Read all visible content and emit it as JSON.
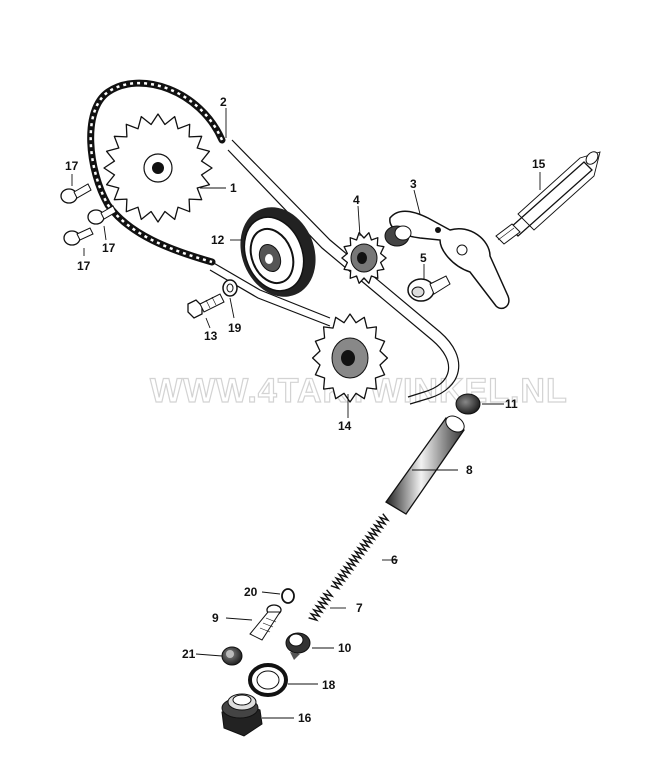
{
  "watermark": "WWW.4TAKTWINKEL.NL",
  "parts": [
    {
      "id": "1",
      "name": "drive-sprocket"
    },
    {
      "id": "2",
      "name": "chain"
    },
    {
      "id": "3",
      "name": "tensioner-bracket"
    },
    {
      "id": "4",
      "name": "small-sprocket"
    },
    {
      "id": "5",
      "name": "bolt"
    },
    {
      "id": "6",
      "name": "long-spring"
    },
    {
      "id": "7",
      "name": "short-spring"
    },
    {
      "id": "8",
      "name": "tensioner-tube"
    },
    {
      "id": "9",
      "name": "bolt-pin"
    },
    {
      "id": "10",
      "name": "nut"
    },
    {
      "id": "11",
      "name": "cap"
    },
    {
      "id": "12",
      "name": "guide-roller"
    },
    {
      "id": "13",
      "name": "bolt"
    },
    {
      "id": "14",
      "name": "tensioner-sprocket"
    },
    {
      "id": "15",
      "name": "shaft"
    },
    {
      "id": "16",
      "name": "plug-bolt"
    },
    {
      "id": "17",
      "name": "screw"
    },
    {
      "id": "18",
      "name": "washer"
    },
    {
      "id": "19",
      "name": "washer"
    },
    {
      "id": "20",
      "name": "o-ring"
    },
    {
      "id": "21",
      "name": "nut"
    }
  ],
  "labels": {
    "l1": "1",
    "l2": "2",
    "l3": "3",
    "l4": "4",
    "l5": "5",
    "l6": "6",
    "l7": "7",
    "l8": "8",
    "l9": "9",
    "l10": "10",
    "l11": "11",
    "l12": "12",
    "l13": "13",
    "l14": "14",
    "l15": "15",
    "l16": "16",
    "l17a": "17",
    "l17b": "17",
    "l17c": "17",
    "l18": "18",
    "l19": "19",
    "l20": "20",
    "l21": "21"
  }
}
